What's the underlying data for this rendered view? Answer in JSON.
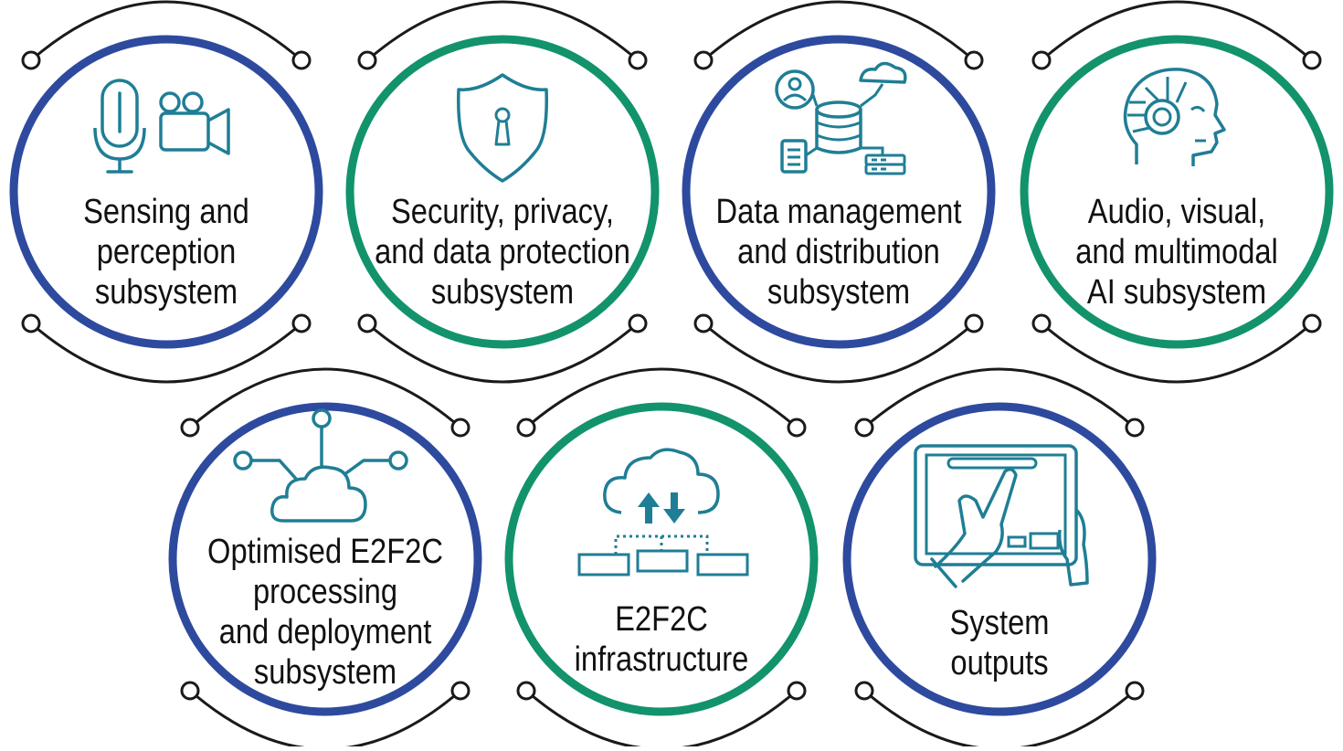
{
  "colors": {
    "ring_blue": "#2E4A9E",
    "ring_green": "#12936B",
    "icon_teal": "#1F7E95",
    "connector": "#1a1a1a",
    "text": "#111111"
  },
  "nodes": [
    {
      "id": "sensing",
      "ring": "blue",
      "icon": "microphone-and-camera-icon",
      "lines": [
        "Sensing and",
        "perception",
        "subsystem"
      ]
    },
    {
      "id": "security",
      "ring": "green",
      "icon": "shield-lock-icon",
      "lines": [
        "Security, privacy,",
        "and data protection",
        "subsystem"
      ]
    },
    {
      "id": "data",
      "ring": "blue",
      "icon": "database-network-icon",
      "lines": [
        "Data management",
        "and distribution",
        "subsystem"
      ]
    },
    {
      "id": "ai",
      "ring": "green",
      "icon": "ai-head-icon",
      "lines": [
        "Audio, visual,",
        "and multimodal",
        "AI subsystem"
      ]
    },
    {
      "id": "processing",
      "ring": "blue",
      "icon": "cloud-network-icon",
      "lines": [
        "Optimised E2F2C",
        "processing",
        "and deployment",
        "subsystem"
      ]
    },
    {
      "id": "infrastructure",
      "ring": "green",
      "icon": "cloud-sync-hierarchy-icon",
      "lines": [
        "E2F2C",
        "infrastructure"
      ]
    },
    {
      "id": "outputs",
      "ring": "blue",
      "icon": "tablet-touch-icon",
      "lines": [
        "System",
        "outputs"
      ]
    }
  ]
}
